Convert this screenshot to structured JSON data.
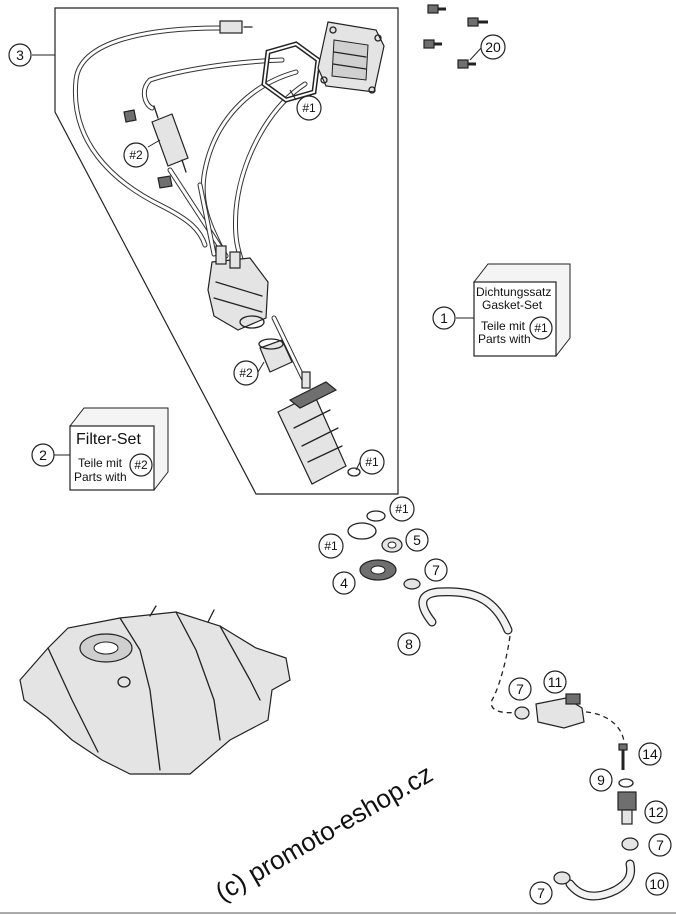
{
  "watermark": "(c) promoto-eshop.cz",
  "callouts": {
    "c1": "1",
    "c2": "2",
    "c3": "3",
    "c4": "4",
    "c5": "5",
    "c7": "7",
    "c8": "8",
    "c9": "9",
    "c10": "10",
    "c11": "11",
    "c12": "12",
    "c14": "14",
    "c20": "20"
  },
  "ref_tags": {
    "set1": "#1",
    "set2": "#2"
  },
  "gasket_set_box": {
    "line1": "Dichtungssatz",
    "line2": "Gasket-Set",
    "line3": "Teile mit",
    "line4": "Parts with",
    "tag": "#1"
  },
  "filter_set_box": {
    "title": "Filter-Set",
    "line1": "Teile mit",
    "line2": "Parts with",
    "tag": "#2"
  }
}
